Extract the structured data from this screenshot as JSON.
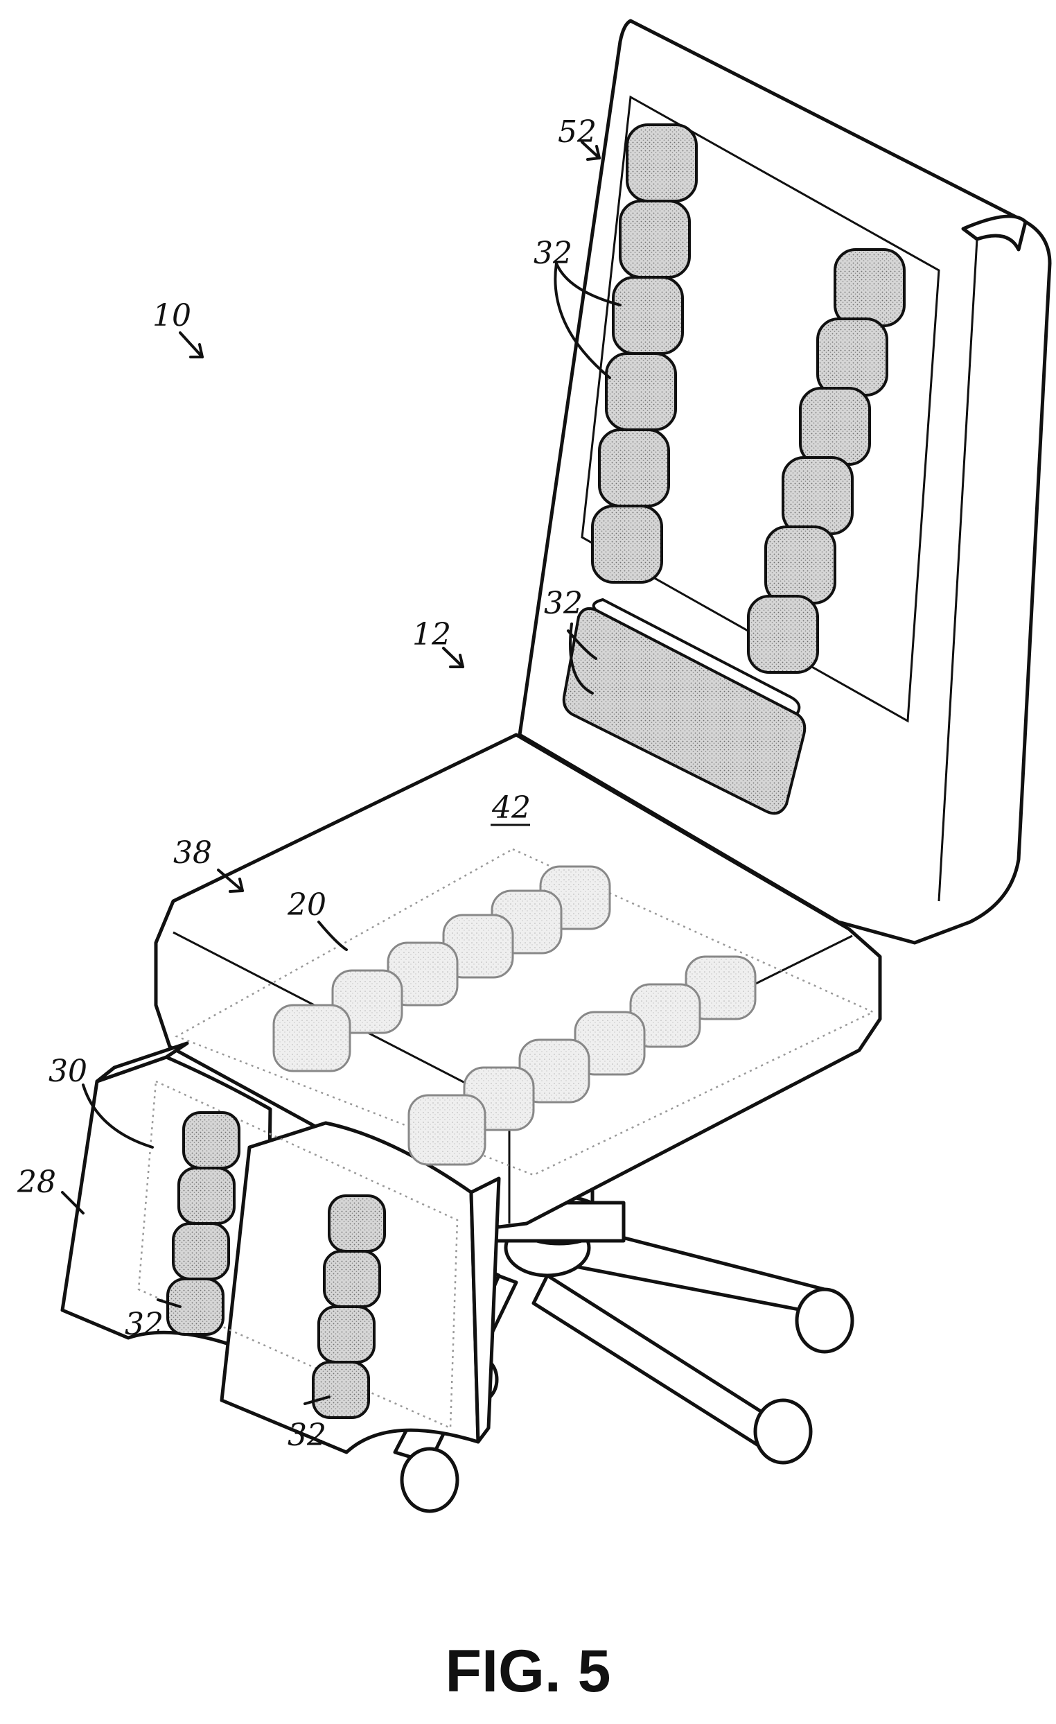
{
  "figure": {
    "caption": "FIG. 5",
    "labels": {
      "assembly": "10",
      "seat_assembly": "12",
      "seat_pad": "20",
      "leg_rest": "28",
      "leg_rest_pad": "30",
      "bladders_back_upper": "32",
      "bladders_lumbar": "32",
      "bladders_leg_left": "32",
      "bladders_leg_right": "32",
      "seat_cushion": "38",
      "seat_surface": "42",
      "seatback_surface": "52"
    }
  },
  "style": {
    "line_color": "#111111",
    "fill_color": "#cccccc"
  }
}
